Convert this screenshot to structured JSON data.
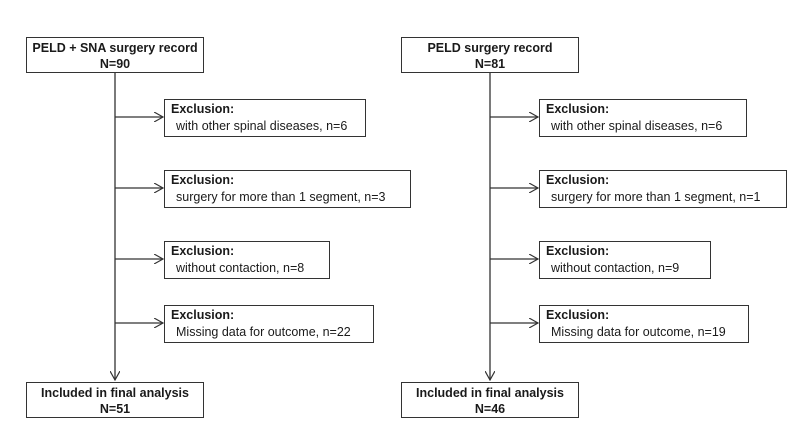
{
  "left": {
    "start": {
      "line1": "PELD + SNA surgery record",
      "line2": "N=90"
    },
    "exclusions": [
      {
        "head": "Exclusion:",
        "detail": "with other spinal diseases, n=6"
      },
      {
        "head": "Exclusion:",
        "detail": "surgery for more than 1 segment, n=3"
      },
      {
        "head": "Exclusion:",
        "detail": "without contaction, n=8"
      },
      {
        "head": "Exclusion:",
        "detail": "Missing data for outcome, n=22"
      }
    ],
    "end": {
      "line1": "Included in final analysis",
      "line2": "N=51"
    }
  },
  "right": {
    "start": {
      "line1": "PELD surgery record",
      "line2": "N=81"
    },
    "exclusions": [
      {
        "head": "Exclusion:",
        "detail": "with other spinal diseases, n=6"
      },
      {
        "head": "Exclusion:",
        "detail": "surgery for more than 1 segment, n=1"
      },
      {
        "head": "Exclusion:",
        "detail": "without contaction, n=9"
      },
      {
        "head": "Exclusion:",
        "detail": "Missing data for outcome, n=19"
      }
    ],
    "end": {
      "line1": "Included in final analysis",
      "line2": "N=46"
    }
  }
}
